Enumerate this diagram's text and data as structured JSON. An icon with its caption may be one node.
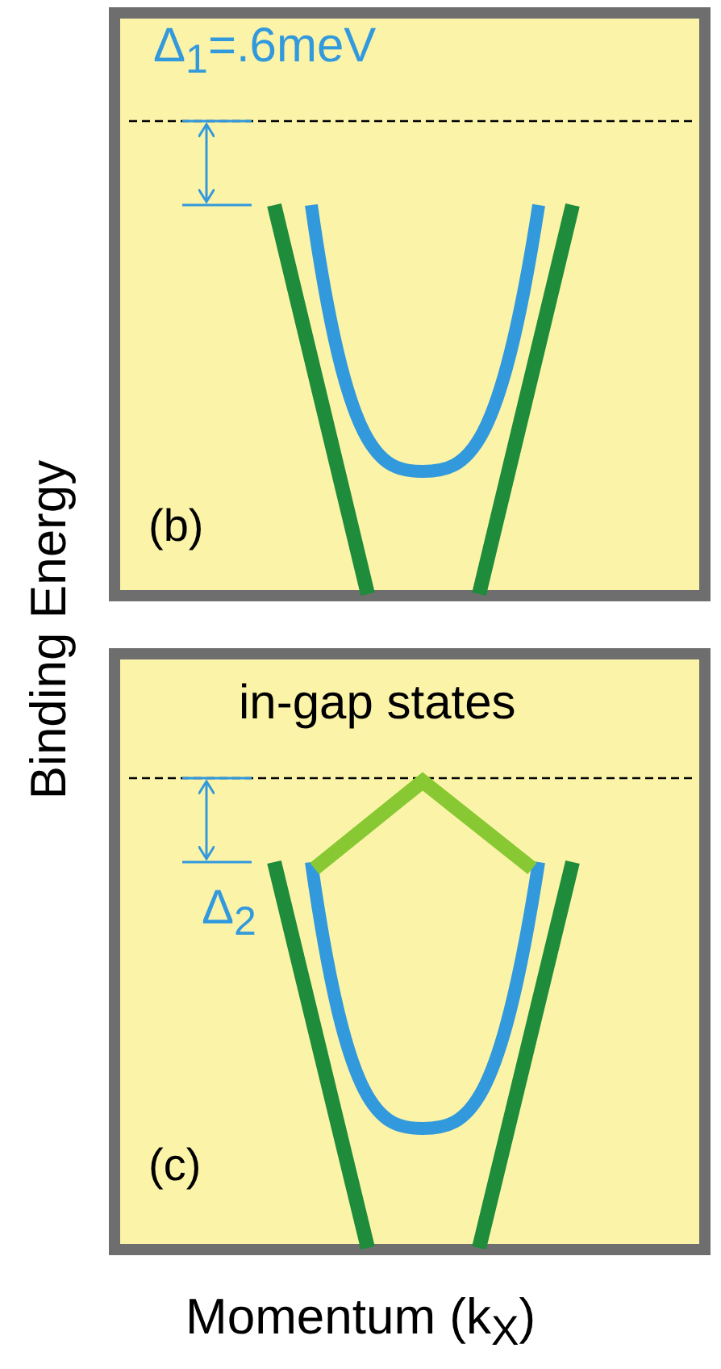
{
  "diagram": {
    "labels": [
      "Δ$_{1}$=.6meV",
      "(b)",
      "Binding Energy",
      "in-gap states",
      "Δ$_{2}$",
      "(c)",
      "Momentum (k$_{X}$)"
    ]
  }
}
